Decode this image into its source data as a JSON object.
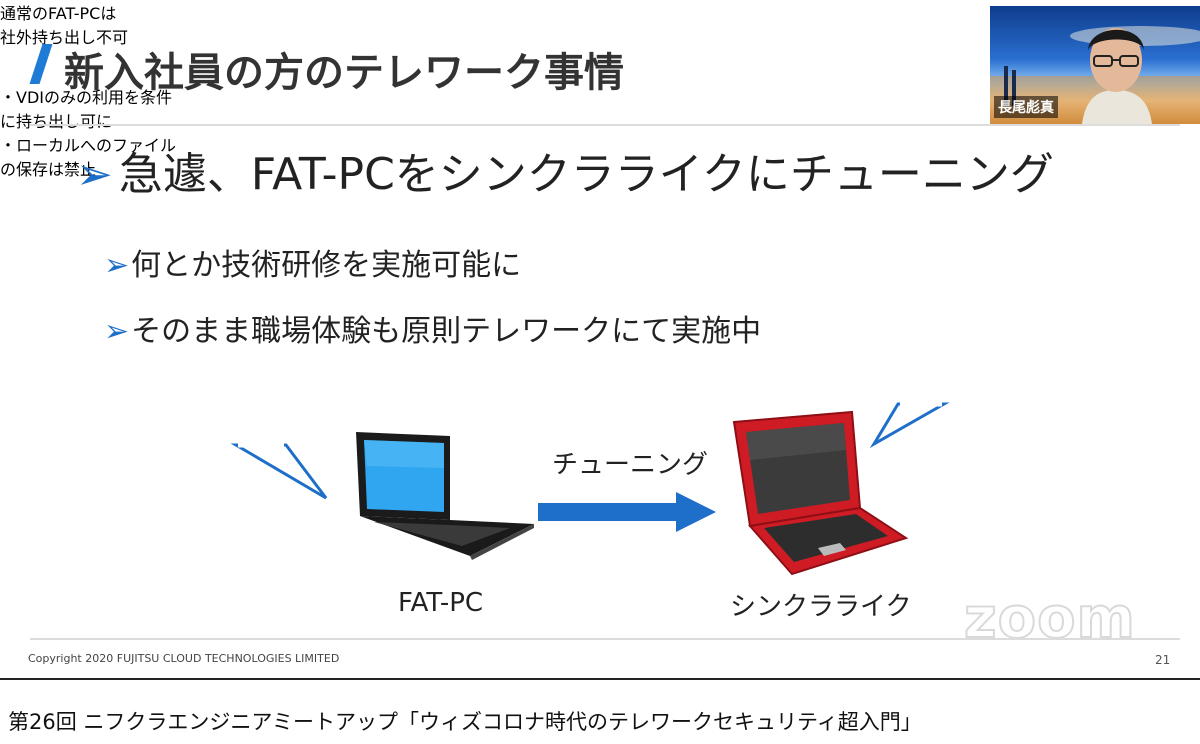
{
  "slide": {
    "title": "新入社員の方のテレワーク事情",
    "main_bullet": {
      "arrow": "➢",
      "text": "急遽、FAT-PCをシンクラライクにチューニング"
    },
    "sub_bullets": [
      {
        "arrow": "➢",
        "text": "何とか技術研修を実施可能に"
      },
      {
        "arrow": "➢",
        "text": "そのまま職場体験も原則テレワークにて実施中"
      }
    ],
    "callout_left": {
      "lines": [
        "通常のFAT-PCは",
        "社外持ち出し不可"
      ]
    },
    "callout_right": {
      "lines": [
        "・VDIのみの利用を条件",
        "に持ち出し可に",
        "・ローカルへのファイル",
        "の保存は禁止"
      ]
    },
    "arrow_label": "チューニング",
    "fat_pc_label": "FAT-PC",
    "thin_client_label": "シンクラライク",
    "copyright": "Copyright 2020 FUJITSU CLOUD TECHNOLOGIES LIMITED",
    "page_number": "21",
    "accent_color": "#1e6fc9"
  },
  "video_tile": {
    "speaker_name": "長尾彪真"
  },
  "watermark": "zoom",
  "page_caption": "第26回 ニフクラエンジニアミートアップ「ウィズコロナ時代のテレワークセキュリティ超入門」"
}
